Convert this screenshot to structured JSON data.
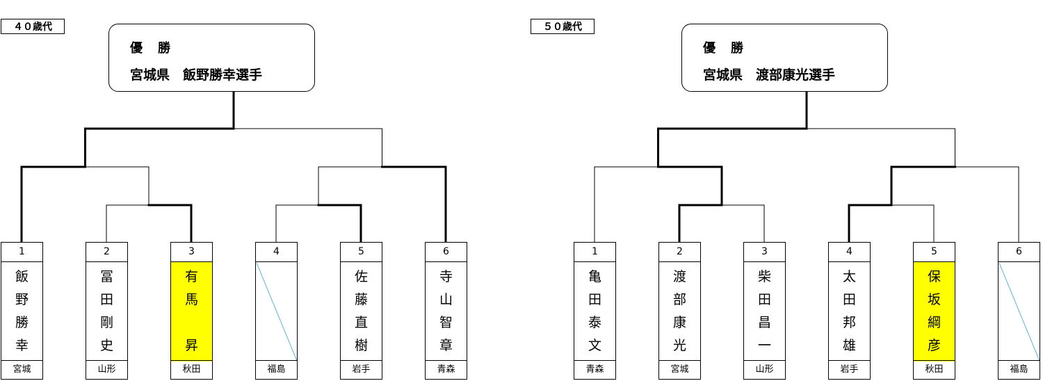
{
  "brackets": [
    {
      "age_label": "４０歳代",
      "champion_title": "優　勝",
      "champion_name": "宮城県　飯野勝幸選手",
      "players": [
        {
          "seed": "1",
          "name": [
            "飯",
            "野",
            "勝",
            "幸"
          ],
          "pref": "宮城",
          "highlight": false
        },
        {
          "seed": "2",
          "name": [
            "冨",
            "田",
            "剛",
            "史"
          ],
          "pref": "山形",
          "highlight": false
        },
        {
          "seed": "3",
          "name": [
            "有",
            "馬",
            "",
            "昇"
          ],
          "pref": "秋田",
          "highlight": true
        },
        {
          "seed": "4",
          "name": [],
          "pref": "福島",
          "highlight": false,
          "empty": true
        },
        {
          "seed": "5",
          "name": [
            "佐",
            "藤",
            "直",
            "樹"
          ],
          "pref": "岩手",
          "highlight": false
        },
        {
          "seed": "6",
          "name": [
            "寺",
            "山",
            "智",
            "章"
          ],
          "pref": "青森",
          "highlight": false
        }
      ],
      "winners": {
        "m_2_3": "3",
        "m_4_5": "5",
        "m_1_23": "1",
        "m_45_6": "6",
        "final": "1"
      }
    },
    {
      "age_label": "５０歳代",
      "champion_title": "優　勝",
      "champion_name": "宮城県　渡部康光選手",
      "players": [
        {
          "seed": "1",
          "name": [
            "亀",
            "田",
            "泰",
            "文"
          ],
          "pref": "青森",
          "highlight": false
        },
        {
          "seed": "2",
          "name": [
            "渡",
            "部",
            "康",
            "光"
          ],
          "pref": "宮城",
          "highlight": false
        },
        {
          "seed": "3",
          "name": [
            "柴",
            "田",
            "昌",
            "一"
          ],
          "pref": "山形",
          "highlight": false
        },
        {
          "seed": "4",
          "name": [
            "太",
            "田",
            "邦",
            "雄"
          ],
          "pref": "岩手",
          "highlight": false
        },
        {
          "seed": "5",
          "name": [
            "保",
            "坂",
            "綱",
            "彦"
          ],
          "pref": "秋田",
          "highlight": true
        },
        {
          "seed": "6",
          "name": [],
          "pref": "福島",
          "highlight": false,
          "empty": true
        }
      ],
      "winners": {
        "m_2_3": "2",
        "m_4_5": "4",
        "m_1_23": "2",
        "m_45_6": "4",
        "final": "2"
      }
    }
  ]
}
